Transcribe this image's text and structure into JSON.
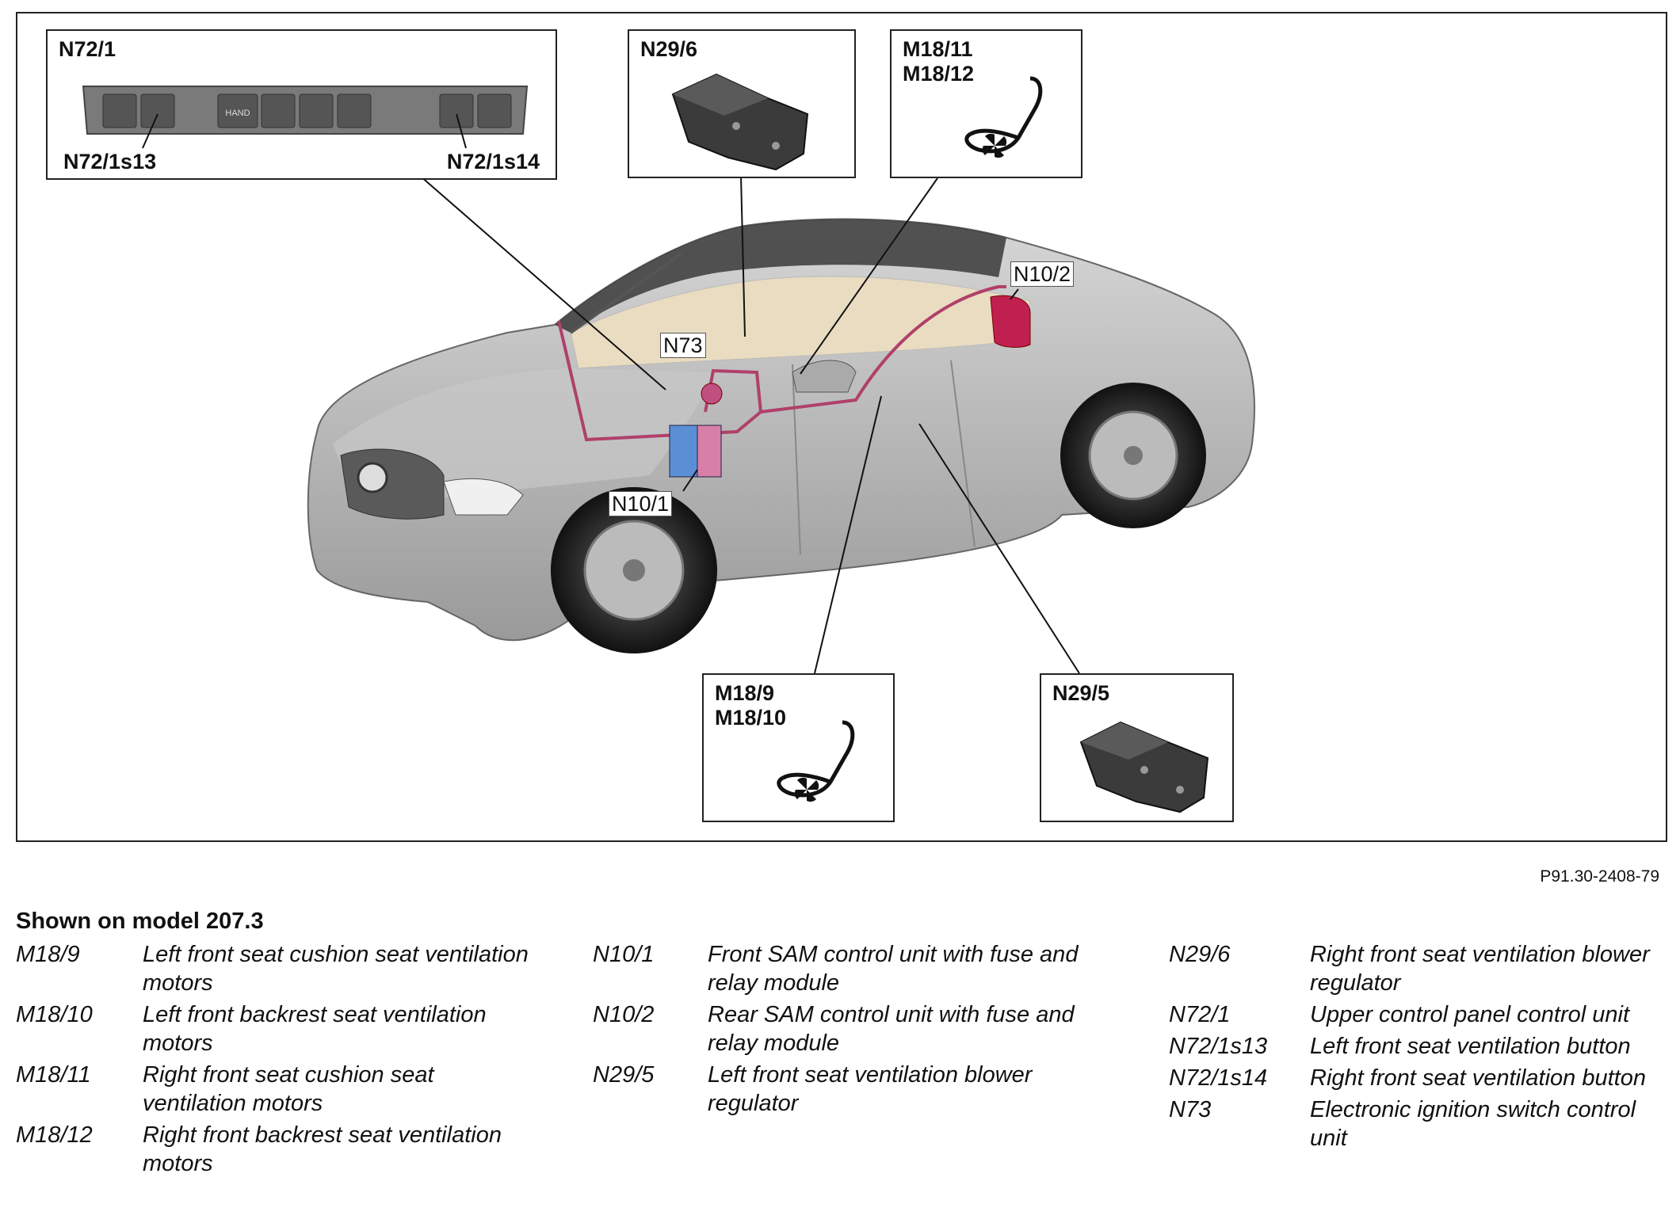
{
  "figure_ref": "P91.30-2408-79",
  "caption": "Shown on model 207.3",
  "callouts": {
    "n72_1": {
      "title": "N72/1",
      "button_left": "N72/1s13",
      "button_right": "N72/1s14"
    },
    "n29_6": {
      "title": "N29/6"
    },
    "m18_11_12": {
      "title": "M18/11\nM18/12"
    },
    "m18_9_10": {
      "title": "M18/9\nM18/10"
    },
    "n29_5": {
      "title": "N29/5"
    }
  },
  "car_labels": {
    "n10_2": "N10/2",
    "n73": "N73",
    "n10_1": "N10/1"
  },
  "panel_button_text": "HAND",
  "legend": {
    "col1": [
      {
        "code": "M18/9",
        "desc": "Left front seat cushion seat ventilation motors"
      },
      {
        "code": "M18/10",
        "desc": "Left front backrest seat ventilation motors"
      },
      {
        "code": "M18/11",
        "desc": "Right front seat cushion seat ventilation motors"
      },
      {
        "code": "M18/12",
        "desc": "Right front backrest seat ventilation motors"
      }
    ],
    "col2": [
      {
        "code": "N10/1",
        "desc": "Front SAM control unit with fuse and relay module"
      },
      {
        "code": "N10/2",
        "desc": "Rear SAM control unit with fuse and relay module"
      },
      {
        "code": "N29/5",
        "desc": "Left front seat ventilation blower regulator"
      }
    ],
    "col3": [
      {
        "code": "N29/6",
        "desc": "Right front seat ventilation blower regulator"
      },
      {
        "code": "N72/1",
        "desc": "Upper control panel control unit"
      },
      {
        "code": "N72/1s13",
        "desc": "Left front seat ventilation button"
      },
      {
        "code": "N72/1s14",
        "desc": "Right front seat ventilation button"
      },
      {
        "code": "N73",
        "desc": "Electronic ignition switch control unit"
      }
    ]
  },
  "colors": {
    "wire": "#b0406a",
    "front_sam": "#5a8fd6",
    "rear_sam": "#c02050",
    "car_body": "#b9b9b9",
    "interior": "#e9dcc0"
  }
}
